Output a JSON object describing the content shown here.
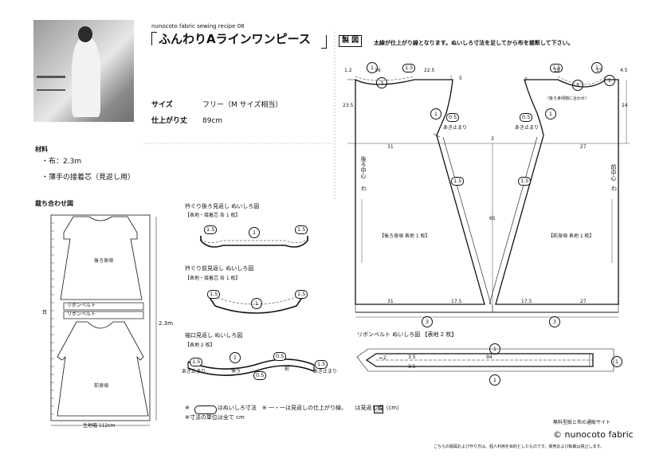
{
  "header": {
    "recipe_label": "nunocoto fabric sewing recipe 08",
    "title": "ふんわりAラインワンピース",
    "seizu_label": "製 図",
    "instruction": "太線が仕上がり線となります。ぬいしろ寸法を足してから布を裁断して下さい。"
  },
  "specs": {
    "size_label": "サイズ",
    "size_value": "フリー（M サイズ相当）",
    "length_label": "仕上がり丈",
    "length_value": "89cm"
  },
  "materials": {
    "title": "材料",
    "item1": "・布：2.3m",
    "item2": "・薄手の接着芯（見返し用）"
  },
  "layout": {
    "title": "裁ち合わせ図",
    "back_body": "後ろ身頃",
    "ribbon1": "リボンベルト",
    "ribbon2": "リボンベルト",
    "front_body": "前身頃",
    "ear": "耳",
    "length": "2.3m",
    "width": "生地幅 112cm"
  },
  "facings": {
    "back_title": "衿ぐり後ろ見返し ぬいしろ図",
    "back_sub": "【表地・接着芯 各 1 枚】",
    "front_title": "衿ぐり前見返し ぬいしろ図",
    "front_sub": "【表地・接着芯 各 1 枚】",
    "sleeve_title": "袖口見返し ぬいしろ図",
    "sleeve_sub": "【表地 2 枚】",
    "sleeve_back": "後ろ",
    "sleeve_front": "前",
    "akidome": "あき止まり"
  },
  "pattern": {
    "back_piece": "【後ろ身頃 表地 1 枚】",
    "front_piece": "【前身頃 表地 1 枚】",
    "back_center": "後ろ中心",
    "front_center": "前中心",
    "wa": "わ",
    "akidome": "あき止まり",
    "align_note": "（後ろ身頃側に合わせ）",
    "d_16": "16",
    "d_225": "22.5",
    "d_12": "1.2",
    "d_5": "5",
    "d_235": "23.5",
    "d_31": "31",
    "d_3": "3",
    "d_65": "65",
    "d_175": "17.5",
    "d_27": "27",
    "d_19": "19",
    "d_15": "15",
    "d_7": "7",
    "d_45": "4.5",
    "d_24": "24",
    "sa_1": "1",
    "sa_15": "1.5",
    "sa_05": "0.5",
    "sa_3": "3"
  },
  "ribbon": {
    "title": "リボンベルト ぬいしろ図 【表地 2 枚】",
    "d_2": "←2",
    "d_35": "3.5",
    "d_94": "94"
  },
  "legend": {
    "line1": "※　　　　　はぬいしろ寸法　※ 一・一は見返しの仕上がり線。　　は見返し幅（cm）",
    "line2": "※寸法の単位は全て cm"
  },
  "footer": {
    "site": "無料型紙と布の通販サイト",
    "brand": "© nunocoto fabric",
    "notice": "こちらの製図および作り方は、個人利用を目的としたものです。販売および転載は禁止します。"
  }
}
